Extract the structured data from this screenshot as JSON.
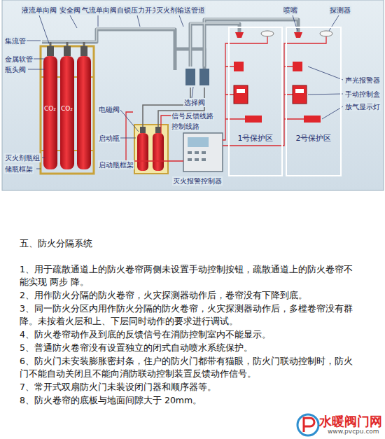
{
  "diagram": {
    "nodes": [
      {
        "text": [
          "1号保护区"
        ]
      },
      {
        "text": [
          "2号保护区"
        ]
      }
    ],
    "edges": [],
    "labels": [
      "液流单向阀",
      "安全阀",
      "气流单向阀",
      "自锁压力开关",
      "灭火剂输送管道",
      "喷嘴",
      "探测器",
      "集流管",
      "金属软管",
      "瓶头阀",
      "CO₂",
      "CO₂",
      "灭火剂瓶组",
      "储瓶框架",
      "电磁阀",
      "启动瓶",
      "启动瓶框架",
      "选择阀",
      "信号反馈线路",
      "控制线路",
      "声光报警器",
      "手动控制盒",
      "放气显示灯",
      "灭火报警控制器",
      "五、防火分隔系统",
      "1、用于疏散通道上的防火卷帘两侧未设置手动控制按钮，疏散通道上的防火卷帘不能实现 两步 降。",
      "2、用作防火分隔的防火卷帘，火灾探测器动作后，卷帘没有下降到底。",
      "3、同一防火分区内用作防火分隔的防火卷帘，火灾探测器动作后，多樘卷帘没有群降。未按着火层和上、下层同时动作的要求进行调试。",
      "4、防火卷帘动作及到底的反馈信号在消防控制室内不能显示。",
      "5、普通防火卷帘没有设置独立的闭式自动喷水系统保护。",
      "6、防火门未安装膨胀密封条，住户的防火门都带有猫眼，防火门联动控制时，防火门不能自动关闭且不能向消防联动控制装置反馈动作信号。",
      "7、常开式双扇防火门未装设闭门器和顺序器等。",
      "8、防火卷帘的底板与地面间隙大于 20mm。",
      "水暖阀门网",
      "www.pvcpu.com"
    ]
  }
}
